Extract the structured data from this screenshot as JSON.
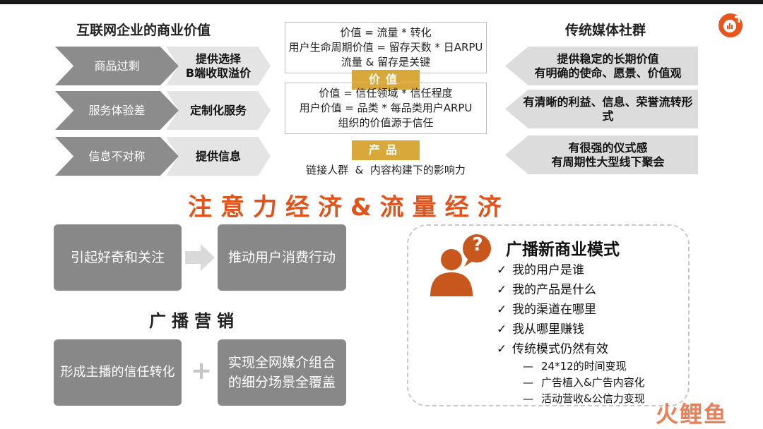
{
  "left_title": "互联网企业的商业价值",
  "right_title": "传统媒体社群",
  "left_rows": [
    {
      "problem": "商品过剩",
      "solution_line1": "提供选择",
      "solution_line2": "B端收取溢价"
    },
    {
      "problem": "服务体验差",
      "solution_line1": "定制化服务",
      "solution_line2": ""
    },
    {
      "problem": "信息不对称",
      "solution_line1": "提供信息",
      "solution_line2": ""
    }
  ],
  "middle": {
    "box1": [
      "价值 = 流量 * 转化",
      "用户生命周期价值 =  留存天数 * 日ARPU",
      "流量 & 留存是关键"
    ],
    "tag1": "价值",
    "box2": [
      "价值 = 信任领域 * 信任程度",
      "用户价值 = 品类 * 每品类用户ARPU",
      "组织的价值源于信任"
    ],
    "tag2": "产品",
    "tag2_caption": "链接人群  &  内容构建下的影响力"
  },
  "right_rows": [
    {
      "line1": "提供稳定的长期价值",
      "line2": "有明确的使命、愿景、价值观"
    },
    {
      "line1": "有清晰的利益、信息、荣誉流转形式",
      "line2": ""
    },
    {
      "line1": "有很强的仪式感",
      "line2": "有周期性大型线下聚会"
    }
  ],
  "headline": "注意力经济&流量经济",
  "flow": {
    "box1": "引起好奇和关注",
    "box2": "推动用户消费行动"
  },
  "broadcast_marketing": {
    "title": "广播营销",
    "box1": "形成主播的信任转化",
    "plus": "+",
    "box2_line1": "实现全网媒介组合",
    "box2_line2": "的细分场景全覆盖"
  },
  "model": {
    "title": "广播新商业模式",
    "question_mark": "?",
    "checks": [
      "我的用户是谁",
      "我的产品是什么",
      "我的渠道在哪里",
      "我从哪里赚钱",
      "传统模式仍然有效"
    ],
    "subs": [
      "24*12的时间变现",
      "广告植入&广告内容化",
      "活动营收&公信力变现"
    ],
    "check_glyph": "✓",
    "dash_glyph": "—"
  },
  "watermark": "火鲤鱼",
  "colors": {
    "accent": "#e2531c",
    "gold": "#d8a93a",
    "gray_box": "#888888"
  }
}
